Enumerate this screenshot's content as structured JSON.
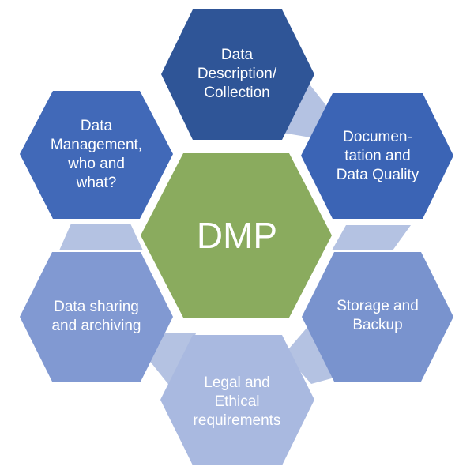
{
  "diagram": {
    "center": {
      "lines": [
        "DMP"
      ],
      "color": "#8AAB5E"
    },
    "items": [
      {
        "id": "data-description",
        "lines": [
          "Data",
          "Description/",
          "Collection"
        ],
        "color": "#2F5597"
      },
      {
        "id": "documentation",
        "lines": [
          "Documen-",
          "tation and",
          "Data Quality"
        ],
        "color": "#3B64B5"
      },
      {
        "id": "storage",
        "lines": [
          "Storage and",
          "Backup"
        ],
        "color": "#7993CE"
      },
      {
        "id": "legal",
        "lines": [
          "Legal and",
          "Ethical",
          "requirements"
        ],
        "color": "#A9B9E0"
      },
      {
        "id": "sharing",
        "lines": [
          "Data sharing",
          "and archiving"
        ],
        "color": "#8199D2"
      },
      {
        "id": "management",
        "lines": [
          "Data",
          "Management,",
          "who and",
          "what?"
        ],
        "color": "#4169B8"
      }
    ],
    "connector_color": "#B4C2E2"
  }
}
